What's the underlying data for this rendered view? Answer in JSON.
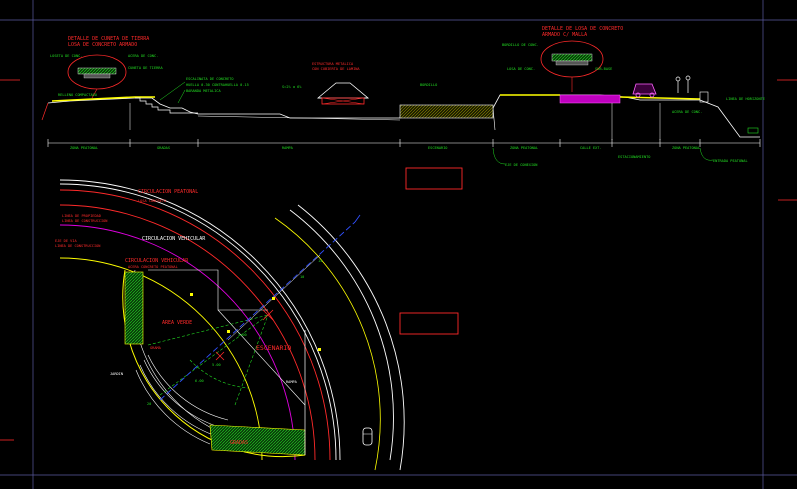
{
  "colors": {
    "background": "#000000",
    "red": "#ff2a2a",
    "green": "#22dd22",
    "yellow": "#ffff00",
    "magenta": "#e000e0",
    "white": "#ffffff",
    "blue": "#3050ff",
    "cyan": "#33ccff",
    "frame": "#5a5aa0"
  },
  "section": {
    "bubble_left_title": "DETALLE DE CUNETA DE TIERRA",
    "bubble_left_sub": "LOSA DE CONCRETO ARMADO",
    "bubble_right_title": "DETALLE DE LOSA DE CONCRETO",
    "bubble_right_sub": "ARMADO C/ MALLA",
    "pavilion_title": "ESTRUCTURA METALICA",
    "pavilion_sub": "CON CUBIERTA DE LAMINA",
    "notes_left": [
      "LOSETA DE CONC.",
      "ACERA DE CONC.",
      "CUNETA DE TIERRA",
      "RELLENO COMPACTADO"
    ],
    "notes_mid": [
      "ESCALINATA DE CONCRETO",
      "HUELLA 0.30 CONTRAHUELLA 0.15",
      "BARANDA METALICA"
    ],
    "slope_label": "S=2% a 6%",
    "notes_right": [
      "BORDILLO DE CONC.",
      "LOSA DE CONC.",
      "SUB-BASE"
    ],
    "label_sidewalk_r": "ACERA DE CONC.",
    "label_curb": "BORDILLO",
    "label_horizon": "LINEA DE HORIZONTE",
    "ground_labels": [
      "ZONA PEATONAL",
      "GRADAS",
      "RAMPA",
      "ESCENARIO",
      "ZONA PEATONAL",
      "CALLE EXT.",
      "ZONA PEATONAL"
    ],
    "below_labels": [
      "EJE DE CONEXION",
      "ESTACIONAMIENTO",
      "ENTRADA PEATONAL"
    ]
  },
  "plan": {
    "circ_peatonal": "CIRCULACION PEATONAL",
    "circ_peatonal_sub": "LOSA CONCRETO",
    "circ_vehicular": "CIRCULACION VEHICULAR",
    "circ_vehicular2": "CIRCULACION VEHICULAR",
    "circ_vehicular2_sub": "ACERA CONCRETO PEATONAL",
    "note_a": "LINEA DE PROPIEDAD",
    "note_a2": "LINEA DE CONSTRUCCION",
    "note_b": "EJE DE VIA",
    "note_b2": "LINEA DE CONSTRUCCION",
    "area_label": "AREA VERDE",
    "area_sub": "GRAMA",
    "escenario": "ESCENARIO",
    "gradas": "GRADAS",
    "rampa": "RAMPA",
    "jardin": "JARDIN",
    "dims": [
      "3.00",
      "5.00",
      "6.00",
      "10",
      "14",
      "20"
    ]
  }
}
